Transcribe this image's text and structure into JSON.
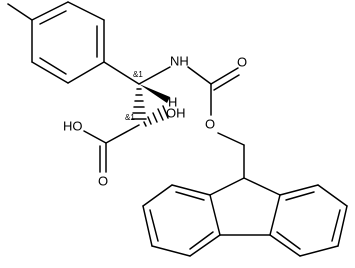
{
  "atoms": {
    "nh": "NH",
    "h": "H",
    "oh_acid": "HO",
    "oh_alpha": "OH",
    "o_acid_carbonyl": "O",
    "o_carbamate_carbonyl": "O",
    "o_ester": "O"
  },
  "stereo_labels": {
    "c3": "&1",
    "c2": "&1"
  }
}
